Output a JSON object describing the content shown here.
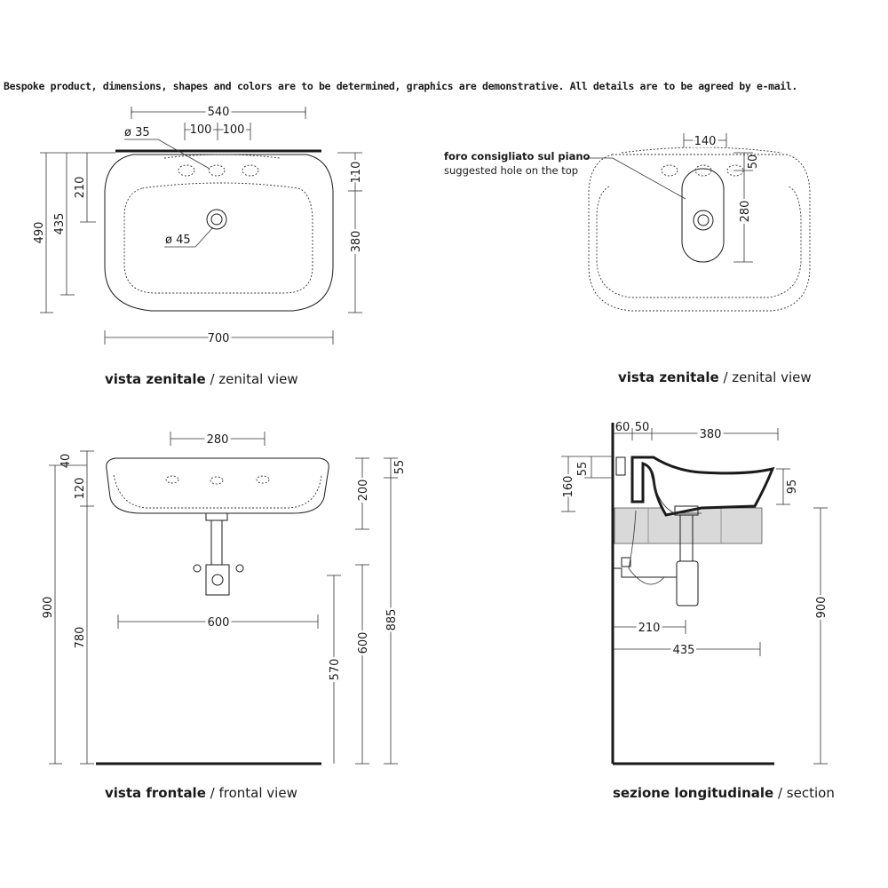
{
  "disclaimer": "Bespoke product, dimensions, shapes and colors are to be determined, graphics are demonstrative. All details are to be agreed by e-mail.",
  "views": {
    "top": {
      "caption_bold": "vista zenitale",
      "caption_sep": " / ",
      "caption_en": "zenital view",
      "dims": {
        "width_top": "540",
        "hole_dia": "ø 35",
        "hole_left": "100",
        "hole_right": "100",
        "height_490": "490",
        "height_435": "435",
        "height_210": "210",
        "right_110": "110",
        "right_380": "380",
        "drain_dia": "ø 45",
        "width_700": "700"
      }
    },
    "top_alt": {
      "caption_bold": "vista zenitale",
      "caption_sep": " / ",
      "caption_en": "zenital view",
      "note_it": "foro consigliato sul piano",
      "note_en": "suggested hole on the top",
      "dims": {
        "w140": "140",
        "h50": "50",
        "h280": "280"
      }
    },
    "front": {
      "caption_bold": "vista frontale",
      "caption_sep": " / ",
      "caption_en": "frontal view",
      "dims": {
        "w280": "280",
        "d40": "40",
        "d120": "120",
        "d200": "200",
        "d55": "55",
        "w600": "600",
        "h900": "900",
        "h780": "780",
        "h570": "570",
        "h600": "600",
        "h885": "885"
      }
    },
    "section": {
      "caption_bold": "sezione longitudinale",
      "caption_sep": " / ",
      "caption_en": "section",
      "dims": {
        "d60": "60",
        "d50": "50",
        "d380": "380",
        "d160": "160",
        "d55": "55",
        "d95": "95",
        "h900": "900",
        "d210": "210",
        "d435": "435"
      }
    }
  }
}
